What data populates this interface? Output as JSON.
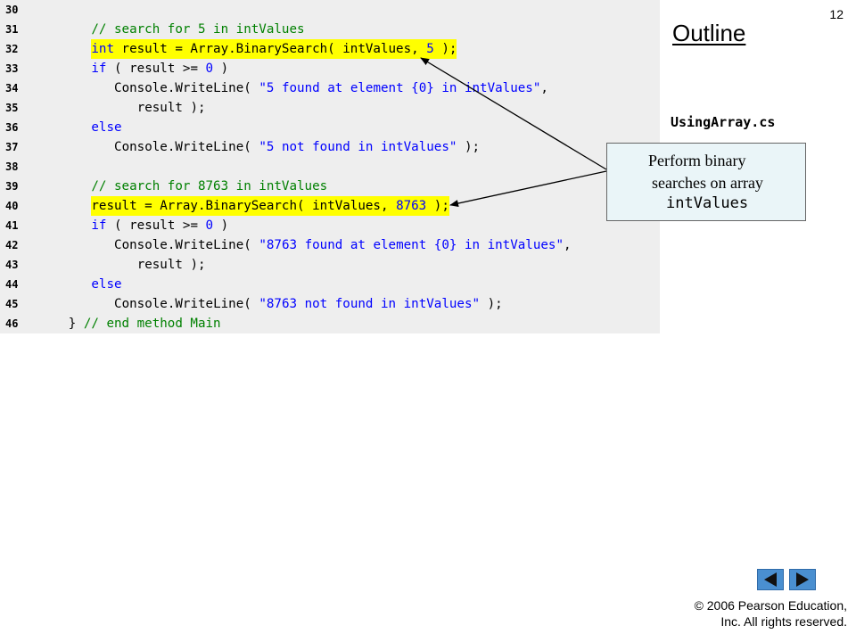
{
  "page_number": "12",
  "outline_title": "Outline",
  "file_label": "UsingArray.cs",
  "callout": {
    "line1": "Perform binary",
    "line2": "searches on array",
    "line3": "intValues"
  },
  "copyright": {
    "line1": "© 2006 Pearson Education,",
    "line2": "Inc.  All rights reserved."
  },
  "navigation": {
    "prev_icon": "triangle-left-icon",
    "next_icon": "triangle-right-icon"
  },
  "colors": {
    "code_background": "#eeeeee",
    "highlight": "#ffff00",
    "comment": "#008000",
    "keyword": "#0000ff",
    "callout_background": "#eaf5f8",
    "nav_button": "#4a8fd0"
  },
  "code_lines": [
    {
      "num": "30",
      "highlight": false,
      "indent": 0,
      "tokens": []
    },
    {
      "num": "31",
      "highlight": false,
      "indent": 8,
      "tokens": [
        {
          "t": "// search for 5 in intValues",
          "c": "c"
        }
      ]
    },
    {
      "num": "32",
      "highlight": true,
      "indent": 8,
      "tokens": [
        {
          "t": "int",
          "c": "k"
        },
        {
          "t": " result = Array.BinarySearch( intValues, ",
          "c": "p"
        },
        {
          "t": "5",
          "c": "n"
        },
        {
          "t": " );",
          "c": "p"
        }
      ]
    },
    {
      "num": "33",
      "highlight": false,
      "indent": 8,
      "tokens": [
        {
          "t": "if",
          "c": "k"
        },
        {
          "t": " ( result >= ",
          "c": "p"
        },
        {
          "t": "0",
          "c": "n"
        },
        {
          "t": " )",
          "c": "p"
        }
      ]
    },
    {
      "num": "34",
      "highlight": false,
      "indent": 11,
      "tokens": [
        {
          "t": "Console.WriteLine( ",
          "c": "p"
        },
        {
          "t": "\"5 found at element {0} in intValues\"",
          "c": "s"
        },
        {
          "t": ",",
          "c": "p"
        }
      ]
    },
    {
      "num": "35",
      "highlight": false,
      "indent": 14,
      "tokens": [
        {
          "t": "result );",
          "c": "p"
        }
      ]
    },
    {
      "num": "36",
      "highlight": false,
      "indent": 8,
      "tokens": [
        {
          "t": "else",
          "c": "k"
        }
      ]
    },
    {
      "num": "37",
      "highlight": false,
      "indent": 11,
      "tokens": [
        {
          "t": "Console.WriteLine( ",
          "c": "p"
        },
        {
          "t": "\"5 not found in intValues\"",
          "c": "s"
        },
        {
          "t": " );",
          "c": "p"
        }
      ]
    },
    {
      "num": "38",
      "highlight": false,
      "indent": 0,
      "tokens": []
    },
    {
      "num": "39",
      "highlight": false,
      "indent": 8,
      "tokens": [
        {
          "t": "// search for 8763 in intValues",
          "c": "c"
        }
      ]
    },
    {
      "num": "40",
      "highlight": true,
      "indent": 8,
      "tokens": [
        {
          "t": "result = Array.BinarySearch( intValues, ",
          "c": "p"
        },
        {
          "t": "8763",
          "c": "n"
        },
        {
          "t": " );",
          "c": "p"
        }
      ]
    },
    {
      "num": "41",
      "highlight": false,
      "indent": 8,
      "tokens": [
        {
          "t": "if",
          "c": "k"
        },
        {
          "t": " ( result >= ",
          "c": "p"
        },
        {
          "t": "0",
          "c": "n"
        },
        {
          "t": " )",
          "c": "p"
        }
      ]
    },
    {
      "num": "42",
      "highlight": false,
      "indent": 11,
      "tokens": [
        {
          "t": "Console.WriteLine( ",
          "c": "p"
        },
        {
          "t": "\"8763 found at element {0} in intValues\"",
          "c": "s"
        },
        {
          "t": ",",
          "c": "p"
        }
      ]
    },
    {
      "num": "43",
      "highlight": false,
      "indent": 14,
      "tokens": [
        {
          "t": "result );",
          "c": "p"
        }
      ]
    },
    {
      "num": "44",
      "highlight": false,
      "indent": 8,
      "tokens": [
        {
          "t": "else",
          "c": "k"
        }
      ]
    },
    {
      "num": "45",
      "highlight": false,
      "indent": 11,
      "tokens": [
        {
          "t": "Console.WriteLine( ",
          "c": "p"
        },
        {
          "t": "\"8763 not found in intValues\"",
          "c": "s"
        },
        {
          "t": " );",
          "c": "p"
        }
      ]
    },
    {
      "num": "46",
      "highlight": false,
      "indent": 5,
      "tokens": [
        {
          "t": "} ",
          "c": "p"
        },
        {
          "t": "// end method Main",
          "c": "c"
        }
      ]
    }
  ]
}
